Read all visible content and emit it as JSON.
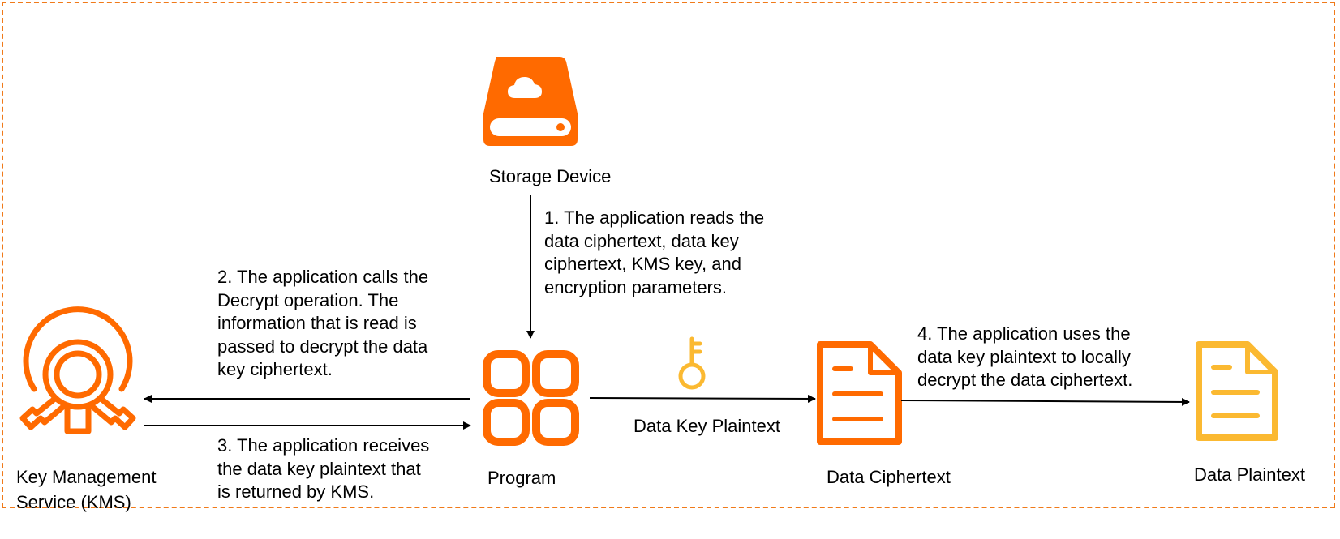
{
  "colors": {
    "accent": "#FF6A00",
    "plaintext_accent": "#FBB931",
    "border": "#F07A1A",
    "text": "#000000"
  },
  "nodes": {
    "storage": {
      "label": "Storage Device",
      "icon": "cloud-storage-drive-icon"
    },
    "kms": {
      "label": "Key Management\nService (KMS)",
      "icon": "kms-key-icon"
    },
    "program": {
      "label": "Program",
      "icon": "app-grid-icon"
    },
    "data_key": {
      "label": "Data Key Plaintext",
      "icon": "key-icon"
    },
    "ciphertext": {
      "label": "Data Ciphertext",
      "icon": "document-icon"
    },
    "plaintext": {
      "label": "Data Plaintext",
      "icon": "document-icon"
    }
  },
  "steps": {
    "step1": "1. The application reads the\ndata ciphertext, data key\nciphertext, KMS key, and\nencryption parameters.",
    "step2": "2. The application calls the\nDecrypt operation. The\ninformation that is read is\npassed to decrypt the data\nkey ciphertext.",
    "step3": "3. The application receives\nthe data key plaintext that\nis returned by KMS.",
    "step4": "4. The application uses the\ndata key plaintext to locally\ndecrypt the data ciphertext."
  }
}
